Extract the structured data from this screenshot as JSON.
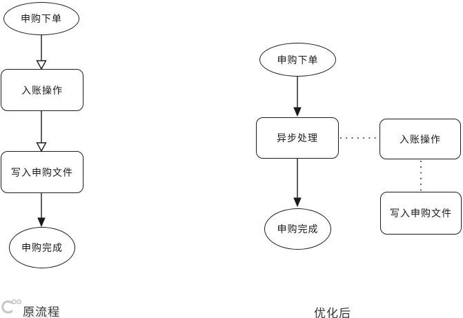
{
  "diagram": {
    "left_flow": {
      "caption": "原流程",
      "nodes": {
        "start": "申购下单",
        "accounting": "入账操作",
        "write_file": "写入申购文件",
        "end": "申购完成"
      }
    },
    "right_flow": {
      "caption": "优化后",
      "nodes": {
        "start": "申购下单",
        "async": "异步处理",
        "accounting": "入账操作",
        "write_file": "写入申购文件",
        "end": "申购完成"
      }
    },
    "colors": {
      "stroke": "#1a1a1a",
      "background": "#ffffff",
      "watermark": "#c9c9c9",
      "caption": "#333333"
    },
    "icons": {
      "watermark": "watermark-logo-icon"
    }
  }
}
